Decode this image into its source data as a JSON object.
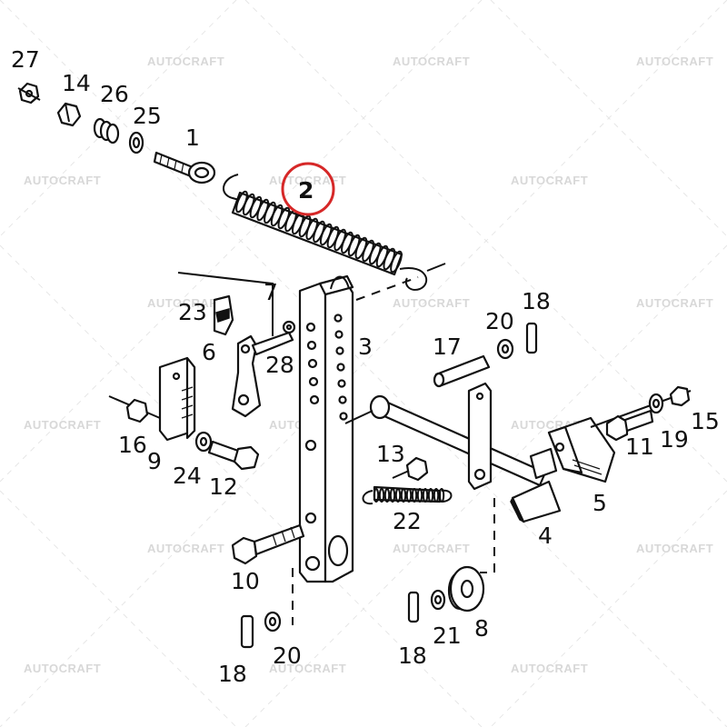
{
  "watermark": {
    "text": "AUTOCRAFT",
    "color": "#d8d8d8"
  },
  "highlight": {
    "part": "2",
    "color": "#d62828"
  },
  "parts": [
    {
      "id": "27",
      "label": "27"
    },
    {
      "id": "14",
      "label": "14"
    },
    {
      "id": "26",
      "label": "26"
    },
    {
      "id": "25",
      "label": "25"
    },
    {
      "id": "1",
      "label": "1"
    },
    {
      "id": "2",
      "label": "2"
    },
    {
      "id": "7",
      "label": "7"
    },
    {
      "id": "23",
      "label": "23"
    },
    {
      "id": "6",
      "label": "6"
    },
    {
      "id": "28",
      "label": "28"
    },
    {
      "id": "3",
      "label": "3"
    },
    {
      "id": "18a",
      "label": "18"
    },
    {
      "id": "20a",
      "label": "20"
    },
    {
      "id": "17",
      "label": "17"
    },
    {
      "id": "16",
      "label": "16"
    },
    {
      "id": "9",
      "label": "9"
    },
    {
      "id": "24",
      "label": "24"
    },
    {
      "id": "12",
      "label": "12"
    },
    {
      "id": "13",
      "label": "13"
    },
    {
      "id": "22",
      "label": "22"
    },
    {
      "id": "11",
      "label": "11"
    },
    {
      "id": "19",
      "label": "19"
    },
    {
      "id": "15",
      "label": "15"
    },
    {
      "id": "5",
      "label": "5"
    },
    {
      "id": "4",
      "label": "4"
    },
    {
      "id": "10",
      "label": "10"
    },
    {
      "id": "8",
      "label": "8"
    },
    {
      "id": "21",
      "label": "21"
    },
    {
      "id": "18b",
      "label": "18"
    },
    {
      "id": "20b",
      "label": "20"
    },
    {
      "id": "18c",
      "label": "18"
    }
  ]
}
